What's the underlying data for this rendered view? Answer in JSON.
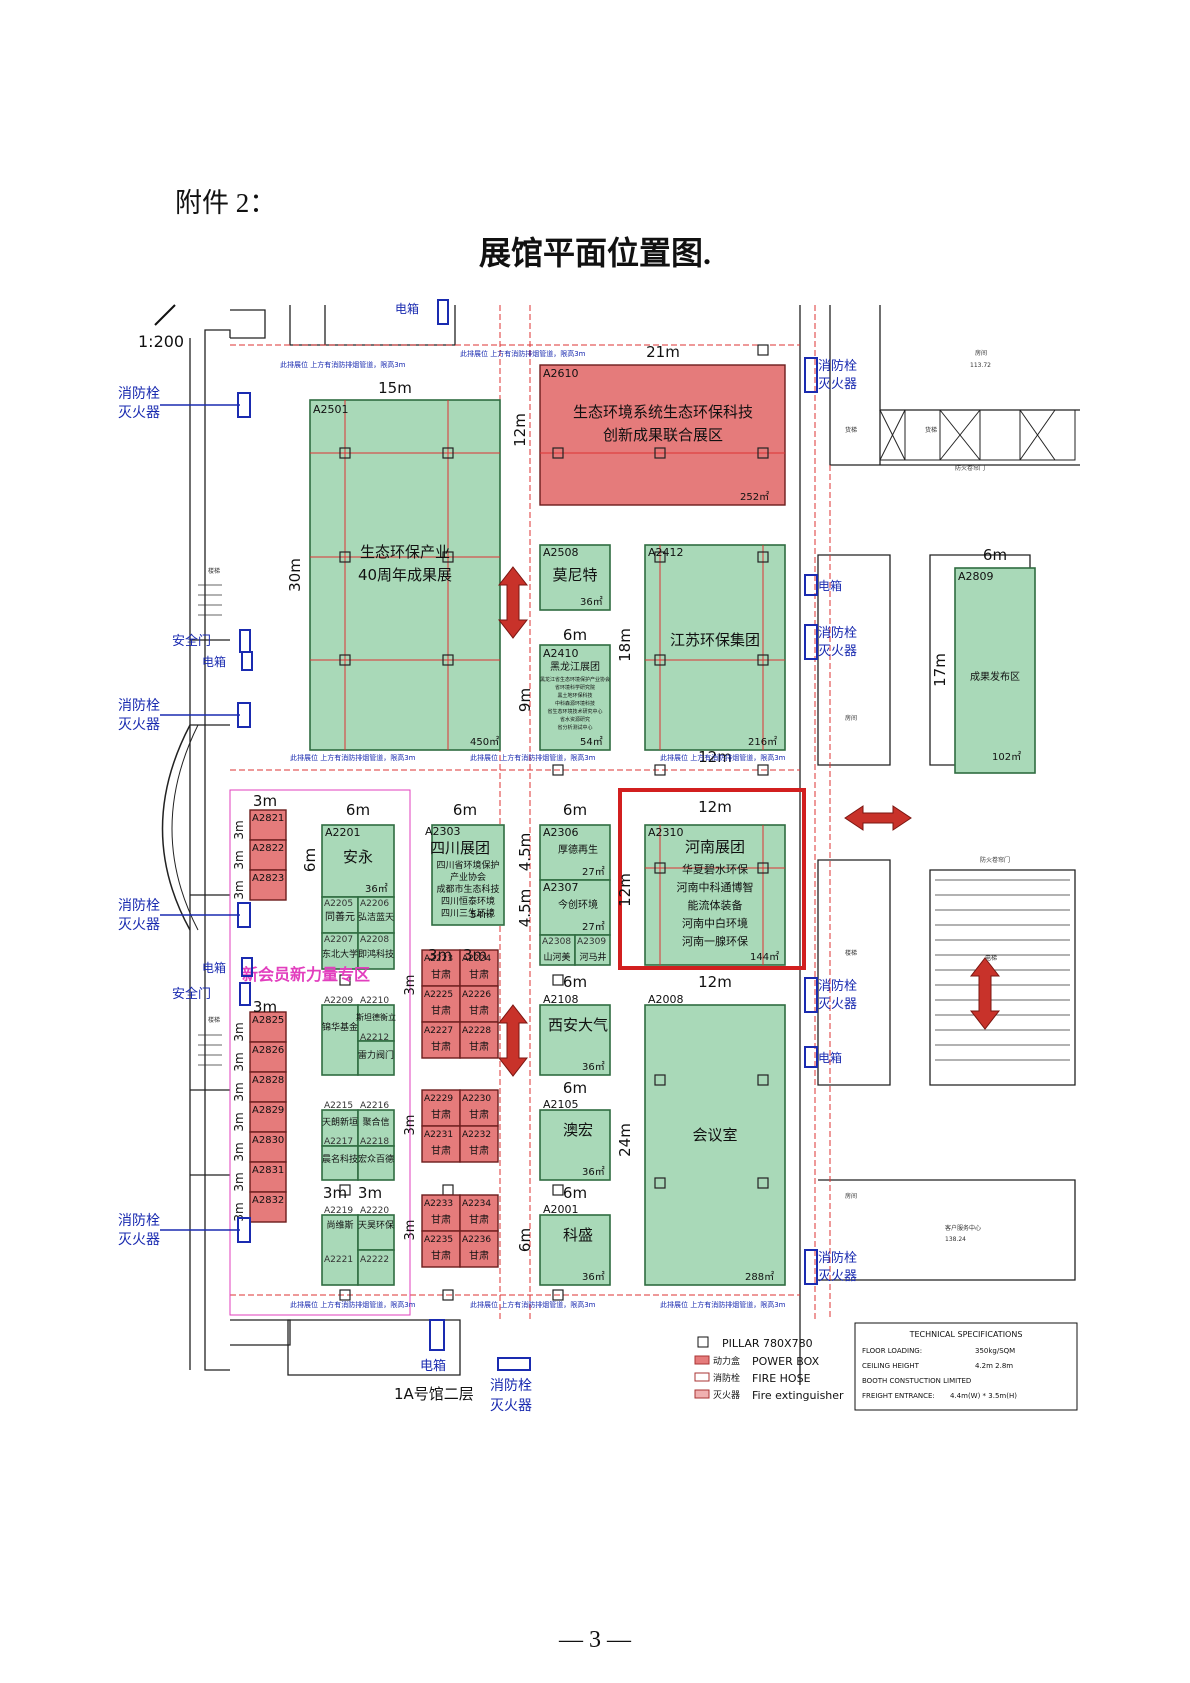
{
  "document": {
    "attachment_label": "附件 2：",
    "title": "展馆平面位置图.",
    "page_number": "— 3 —",
    "scale": "1:200",
    "hall_label": "1A号馆二层"
  },
  "booths": [
    {
      "id": "A2501",
      "name": "生态环保产业",
      "name2": "40周年成果展",
      "area": "450㎡",
      "w": "15m",
      "h": "30m"
    },
    {
      "id": "A2610",
      "name": "生态环境系统生态环保科技",
      "name2": "创新成果联合展区",
      "area": "252㎡",
      "w": "21m",
      "h": "12m"
    },
    {
      "id": "A2508",
      "name": "莫尼特",
      "area": "36㎡"
    },
    {
      "id": "A2410",
      "name": "黑龙江展团",
      "area": "54㎡",
      "w": "6m",
      "h": "9m"
    },
    {
      "id": "A2412",
      "name": "江苏环保集团",
      "area": "216㎡",
      "w": "12m",
      "h": "18m"
    },
    {
      "id": "A2809",
      "name": "成果发布区",
      "area": "102㎡",
      "w": "6m",
      "h": "17m"
    },
    {
      "id": "A2201",
      "name": "安永",
      "area": "36㎡",
      "w": "6m",
      "h": "6m"
    },
    {
      "id": "A2303",
      "name": "四川展团",
      "area": "54㎡",
      "w": "6m"
    },
    {
      "id": "A2306",
      "name": "厚德再生",
      "area": "27㎡",
      "w": "6m",
      "h": "4.5m"
    },
    {
      "id": "A2307",
      "name": "今创环境",
      "area": "27㎡",
      "h": "4.5m"
    },
    {
      "id": "A2308",
      "name": "山河美"
    },
    {
      "id": "A2309",
      "name": "河马井"
    },
    {
      "id": "A2310",
      "name": "河南展团",
      "area": "144㎡",
      "w": "12m",
      "h": "12m",
      "members": [
        "华夏碧水环保",
        "河南中科通博智",
        "能流体装备",
        "河南中白环境",
        "河南一腺环保"
      ]
    },
    {
      "id": "A2108",
      "name": "西安大气",
      "area": "36㎡",
      "w": "6m"
    },
    {
      "id": "A2008",
      "name": "会议室",
      "area": "288㎡",
      "w": "12m",
      "h": "24m"
    },
    {
      "id": "A2105",
      "name": "澳宏",
      "area": "36㎡",
      "w": "6m"
    },
    {
      "id": "A2001",
      "name": "科盛",
      "area": "36㎡",
      "w": "6m",
      "h": "6m"
    },
    {
      "id": "A2205",
      "name": "同善元"
    },
    {
      "id": "A2206",
      "name": "弘洁蓝天"
    },
    {
      "id": "A2207",
      "name": "东北大学"
    },
    {
      "id": "A2208",
      "name": "即鸿科技"
    },
    {
      "id": "A2209",
      "name": "锦华基金"
    },
    {
      "id": "A2210",
      "name": "斯坦德衡立"
    },
    {
      "id": "A2212",
      "name": "雷力阀门"
    },
    {
      "id": "A2215",
      "name": "天朗新垣"
    },
    {
      "id": "A2216",
      "name": "聚合信"
    },
    {
      "id": "A2217",
      "name": "晨名科技"
    },
    {
      "id": "A2218",
      "name": "宏众百德"
    },
    {
      "id": "A2219",
      "name": "尚维斯"
    },
    {
      "id": "A2220",
      "name": "天昊环保"
    },
    {
      "id": "A2221"
    },
    {
      "id": "A2222"
    }
  ],
  "sichuan_members": [
    "四川省环境保护",
    "产业协会",
    "成都市生态科技",
    "四川恒泰环境",
    "四川三生环境"
  ],
  "heilongjiang_members": [
    "黑龙江省生态环境保护产业协会",
    "省环境科学研究院",
    "黑土地环保科技",
    "中科森源环境科技",
    "省生态环境技术研究中心",
    "省水资源研究",
    "省分析测试中心"
  ],
  "red_left_ids": [
    "A2821",
    "A2822",
    "A2823",
    "A2825",
    "A2826",
    "A2828",
    "A2829",
    "A2830",
    "A2831",
    "A2832"
  ],
  "gansu": {
    "ids1": [
      "A2223",
      "A2224",
      "A2225",
      "A2226",
      "A2227",
      "A2228"
    ],
    "ids2": [
      "A2229",
      "A2230",
      "A2231",
      "A2232"
    ],
    "ids3": [
      "A2233",
      "A2234",
      "A2235",
      "A2236"
    ],
    "label": "甘肃"
  },
  "zone_label": "新会员新力量专区",
  "facilities": {
    "hydrant": "消防栓",
    "extinguisher": "灭火器",
    "electric_box": "电箱",
    "safety_exit": "安全门"
  },
  "notes": {
    "beam": "此排展位  上方有消防排烟管道，限高3m",
    "dim3": "3m",
    "dim6": "6m",
    "dim12": "12m",
    "dim24": "24m"
  },
  "rooms": {
    "room_a": "房间",
    "stair": "楼梯",
    "elevator": "电梯",
    "fire_door": "防火卷帘门",
    "customer_center": "客户服务中心",
    "freight": "货梯",
    "room_a_area": "113.72",
    "room_b_area": "138.24"
  },
  "legend": {
    "pillar": "PILLAR  780X780",
    "power_cn": "动力盒",
    "power_en": "POWER BOX",
    "hose_cn": "消防栓",
    "hose_en": "FIRE HOSE",
    "ext_cn": "灭火器",
    "ext_en": "Fire extinguisher"
  },
  "tech": {
    "title": "TECHNICAL  SPECIFICATIONS",
    "rows": [
      [
        "FLOOR LOADING:",
        "350kg/SQM"
      ],
      [
        "CEILING HEIGHT",
        "4.2m    2.8m"
      ],
      [
        "BOOTH CONSTUCTION LIMITED",
        ""
      ],
      [
        "FREIGHT ENTRANCE:",
        "4.4m(W)  *  3.5m(H)"
      ]
    ]
  },
  "colors": {
    "green": "#a9d9b8",
    "red": "#e57b7b",
    "highlight": "#d21f1f",
    "blue": "#1a2bb0",
    "pink": "#e23fbe"
  }
}
